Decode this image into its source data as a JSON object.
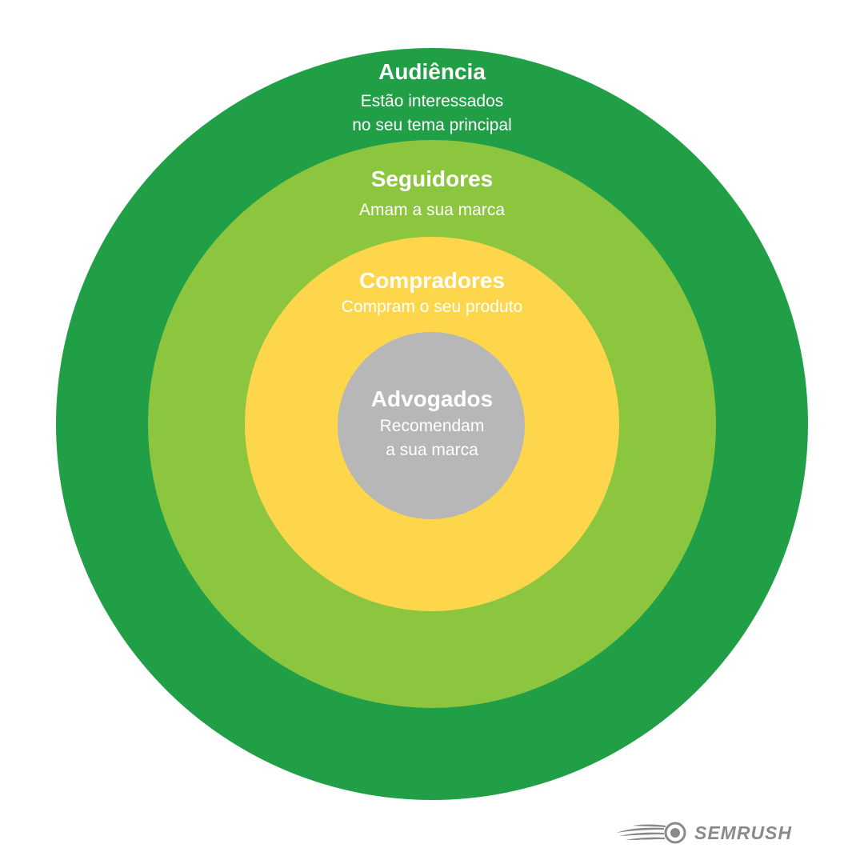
{
  "colors": {
    "audience": "#219f46",
    "followers": "#8cc63f",
    "buyers": "#fdd64c",
    "advocates": "#b7b7b7",
    "logo": "#8a8a8a"
  },
  "rings": {
    "audience": {
      "title": "Audiência",
      "description": "Estão interessados\nno seu tema principal"
    },
    "followers": {
      "title": "Seguidores",
      "description": "Amam a sua marca"
    },
    "buyers": {
      "title": "Compradores",
      "description": "Compram o seu produto"
    },
    "advocates": {
      "title": "Advogados",
      "description": "Recomendam\na sua marca"
    }
  },
  "logo": {
    "icon": "semrush-fireball-icon",
    "text": "SEMRUSH"
  }
}
